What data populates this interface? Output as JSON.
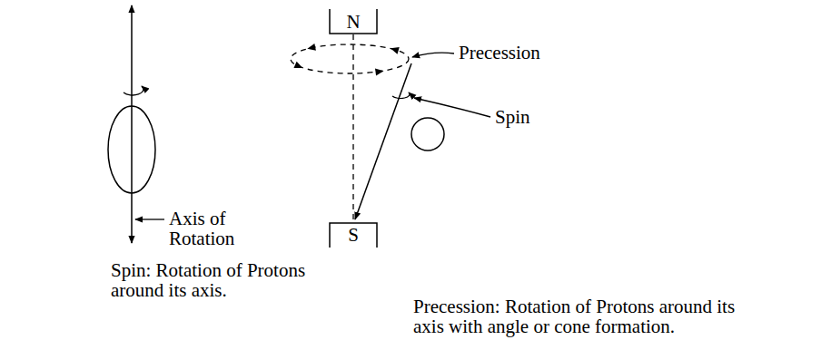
{
  "diagram": {
    "nodes": [
      {
        "text": [
          "N"
        ]
      },
      {
        "text": [
          "S"
        ]
      }
    ],
    "edges": [
      {
        "from": 0,
        "to": 1,
        "arrow": "none"
      }
    ],
    "labels": [
      "Axis of Rotation",
      "Spin: Rotation of Protons around its axis.",
      "Precession",
      "Spin",
      "Precession: Rotation of Protons around its axis with angle or cone formation."
    ]
  }
}
